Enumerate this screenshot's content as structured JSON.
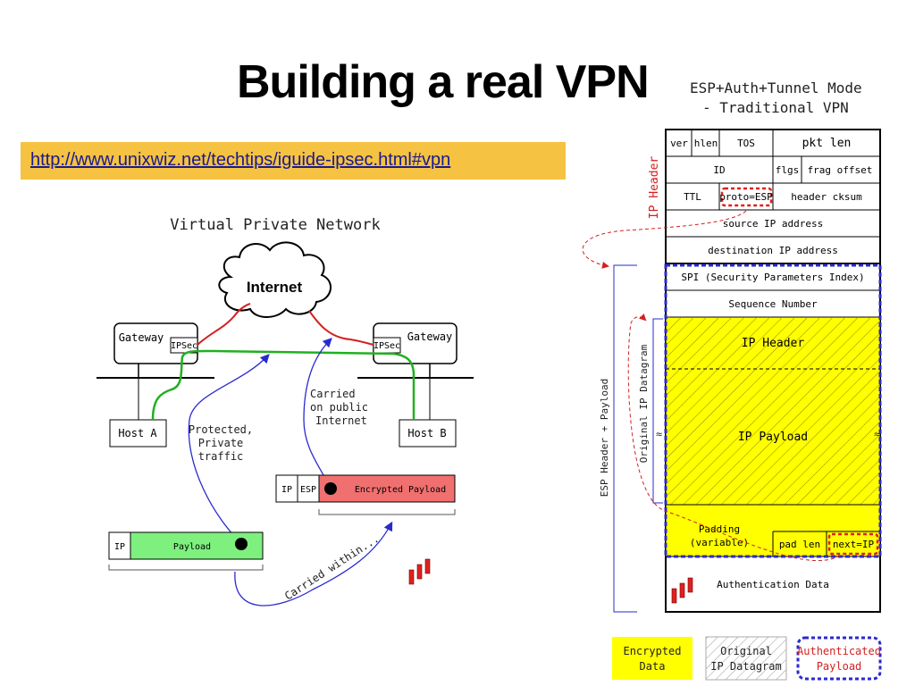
{
  "slide": {
    "title": "Building a real VPN",
    "link": "http://www.unixwiz.net/techtips/iguide-ipsec.html#vpn"
  },
  "left_diagram": {
    "title": "Virtual Private Network",
    "cloud": "Internet",
    "gateway_a": "Gateway",
    "gateway_b": "Gateway",
    "ipsec_a": "IPSec",
    "ipsec_b": "IPSec",
    "host_a": "Host A",
    "host_b": "Host B",
    "note_public": [
      "Carried",
      "on public",
      "Internet"
    ],
    "note_protected": [
      "Protected,",
      "Private",
      "traffic"
    ],
    "packet_encrypted": {
      "ip": "IP",
      "esp": "ESP",
      "payload": "Encrypted Payload"
    },
    "packet_plain": {
      "ip": "IP",
      "payload": "Payload"
    },
    "carried_within": "Carried within..."
  },
  "right_diagram": {
    "title_line1": "ESP+Auth+Tunnel Mode",
    "title_line2": "- Traditional VPN",
    "ip_header_side": "IP Header",
    "esp_side": "ESP Header + Payload",
    "orig_side": "Original IP Datagram",
    "row1": [
      "ver",
      "hlen",
      "TOS",
      "pkt len"
    ],
    "row2": [
      "ID",
      "flgs",
      "frag offset"
    ],
    "row3": [
      "TTL",
      "proto=ESP",
      "header cksum"
    ],
    "src": "source IP address",
    "dst": "destination IP address",
    "spi": "SPI (Security Parameters Index)",
    "seq": "Sequence Number",
    "inner_ip_header": "IP Header",
    "inner_payload": "IP Payload",
    "padding": [
      "Padding",
      "(variable)"
    ],
    "pad_len": "pad len",
    "next_ip": "next=IP",
    "auth": "Authentication Data",
    "legend": {
      "encrypted": [
        "Encrypted",
        "Data"
      ],
      "original": [
        "Original",
        "IP Datagram"
      ],
      "authenticated": [
        "Authenticated",
        "Payload"
      ]
    }
  },
  "colors": {
    "yellow": "#ffff00",
    "red_line": "#d42020",
    "green_line": "#20b020",
    "blue_line": "#2a2ad0",
    "payload_green": "#7ef07e",
    "payload_red": "#f07070",
    "link_bg": "#f5c242"
  }
}
